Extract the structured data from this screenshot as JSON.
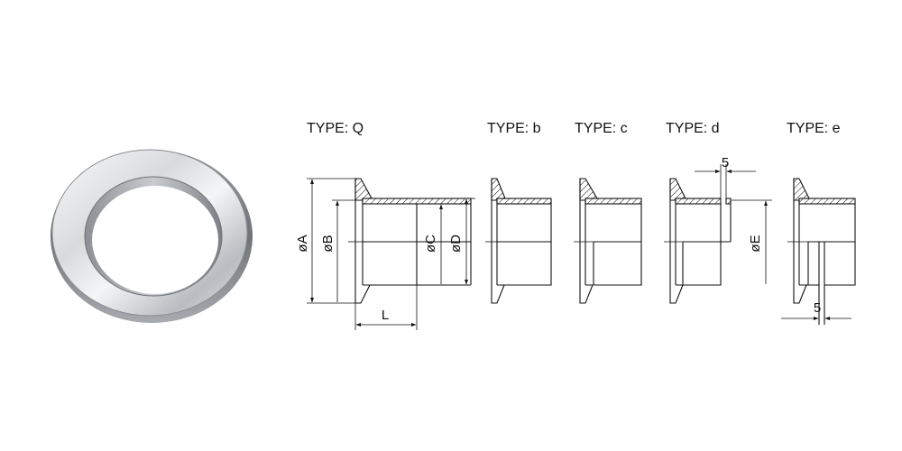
{
  "types": {
    "q": "TYPE: Q",
    "b": "TYPE: b",
    "c": "TYPE: c",
    "d": "TYPE: d",
    "e": "TYPE: e"
  },
  "dimensions": {
    "a": "øA",
    "b": "øB",
    "c": "øC",
    "d": "øD",
    "e": "øE",
    "l": "L",
    "slot_d": "5",
    "slot_e": "5"
  },
  "colors": {
    "line": "#111111",
    "background": "#ffffff",
    "metal_light": "#f2f3f4",
    "metal_dark": "#6f7276"
  }
}
